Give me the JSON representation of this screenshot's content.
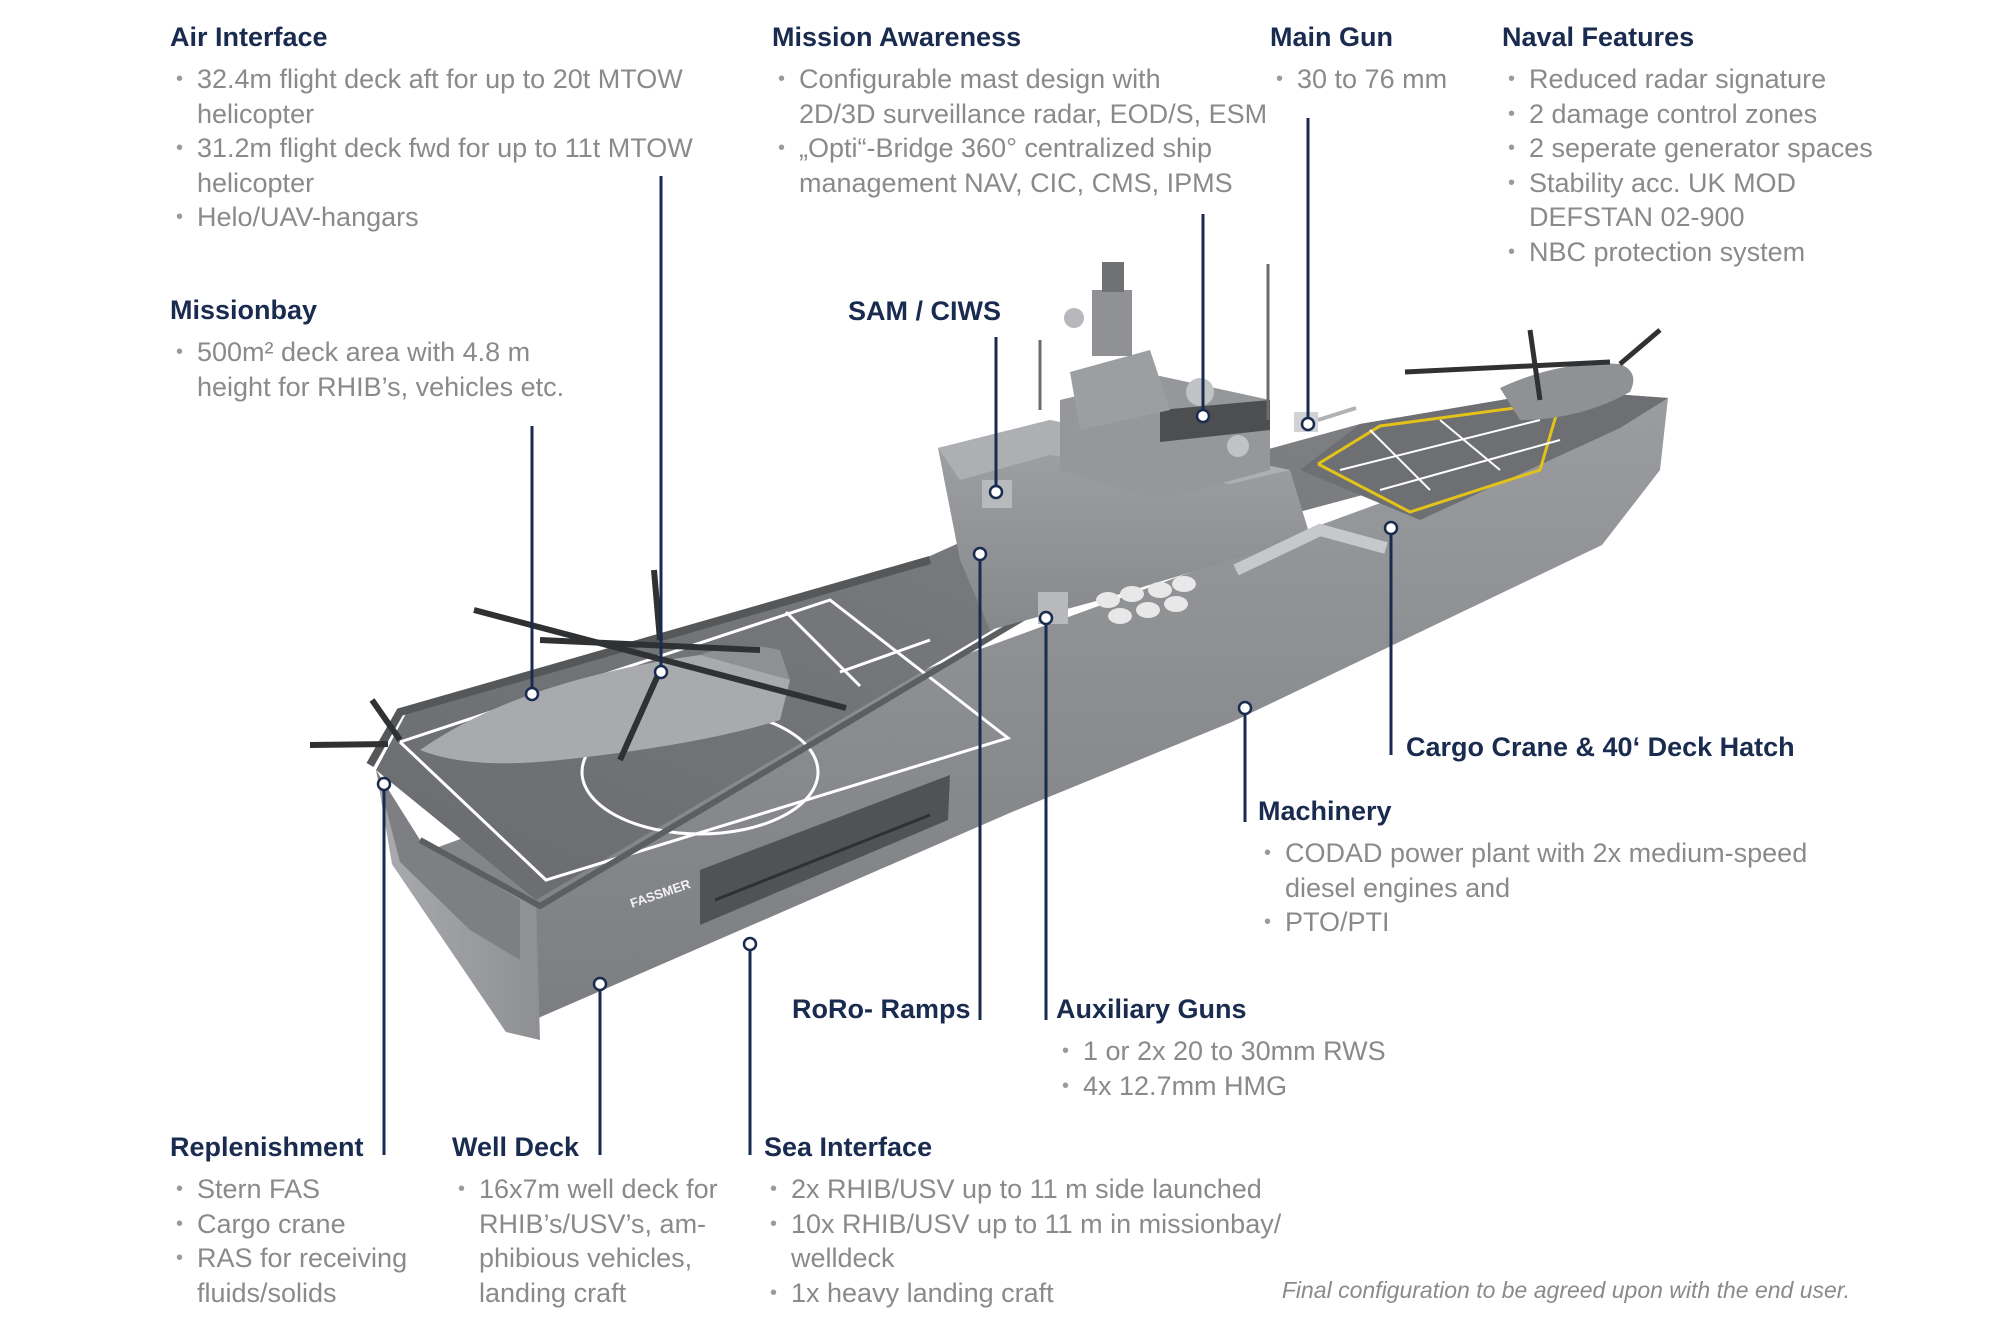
{
  "callouts": {
    "air_interface": {
      "title": "Air Interface",
      "items": [
        "32.4m flight deck aft for up to 20t MTOW\nhelicopter",
        "31.2m flight deck fwd for up to 11t MTOW\nhelicopter",
        "Helo/UAV-hangars"
      ]
    },
    "missionbay": {
      "title": "Missionbay",
      "items": [
        "500m² deck area with 4.8 m\nheight for RHIB’s, vehicles etc."
      ]
    },
    "mission_awareness": {
      "title": "Mission Awareness",
      "items": [
        "Configurable mast design with\n2D/3D surveillance radar, EOD/S, ESM",
        "„Opti“-Bridge 360° centralized ship\nmanagement NAV, CIC, CMS, IPMS"
      ]
    },
    "main_gun": {
      "title": "Main Gun",
      "items": [
        "30 to 76 mm"
      ]
    },
    "naval_features": {
      "title": "Naval Features",
      "items": [
        "Reduced radar signature",
        "2 damage control zones",
        "2 seperate generator spaces",
        "Stability acc. UK MOD\nDEFSTAN 02-900",
        "NBC protection system"
      ]
    },
    "sam_ciws": {
      "title": "SAM / CIWS"
    },
    "cargo_crane": {
      "title": "Cargo Crane & 40‘ Deck Hatch"
    },
    "machinery": {
      "title": "Machinery",
      "items": [
        "CODAD power plant with 2x medium-speed\ndiesel engines and",
        "PTO/PTI"
      ]
    },
    "roro_ramps": {
      "title": "RoRo- Ramps"
    },
    "auxiliary_guns": {
      "title": "Auxiliary Guns",
      "items": [
        "1 or 2x 20 to 30mm RWS",
        "4x 12.7mm HMG"
      ]
    },
    "replenishment": {
      "title": "Replenishment",
      "items": [
        "Stern FAS",
        "Cargo crane",
        "RAS for receiving\nfluids/solids"
      ]
    },
    "well_deck": {
      "title": "Well Deck",
      "items": [
        "16x7m well deck for\nRHIB’s/USV’s, am-\nphibious vehicles,\nlanding craft"
      ]
    },
    "sea_interface": {
      "title": "Sea Interface",
      "items": [
        "2x RHIB/USV up to 11 m side launched",
        "10x RHIB/USV up to 11 m in missionbay/\nwelldeck",
        "1x heavy landing craft"
      ]
    }
  },
  "hull_logo": "FASSMER",
  "footnote": "Final configuration to be agreed upon with the end user.",
  "colors": {
    "heading": "#1a2b50",
    "body_text": "#8a8a8a",
    "hull": "#8c8e91",
    "deck": "#6e7073",
    "deck_marking": "#ffffff",
    "fwd_deck_marking": "#e3c21a"
  }
}
